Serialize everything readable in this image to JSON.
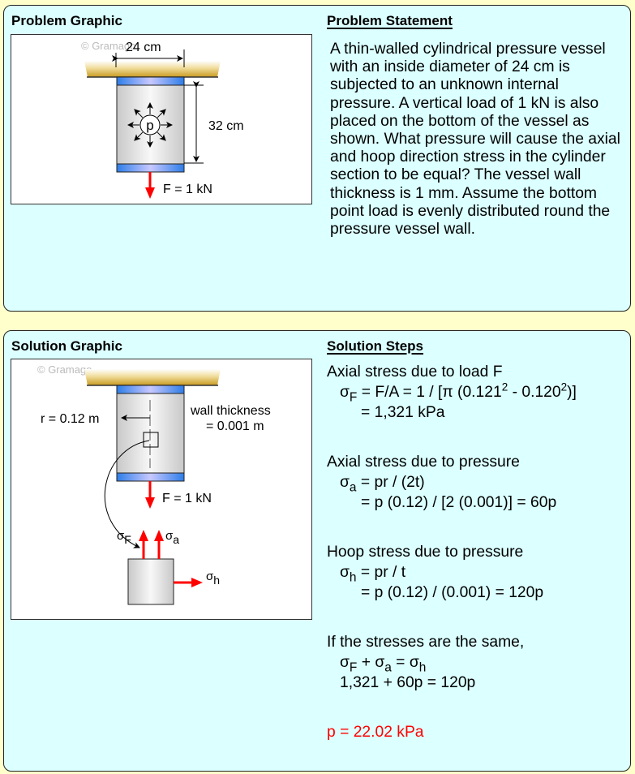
{
  "problem": {
    "graphic_title": "Problem Graphic",
    "statement_title": "Problem Statement",
    "statement_text": "A thin-walled cylindrical pressure vessel with an inside diameter of 24 cm is subjected to an unknown internal pressure. A vertical load of 1 kN is also placed on the bottom of the vessel as shown. What pressure will cause the axial and hoop direction stress in the cylinder section to be equal? The vessel wall thickness is 1 mm. Assume the bottom point load is evenly distributed round the pressure vessel wall.",
    "graphic": {
      "watermark": "© Gramago",
      "diameter_label": "24 cm",
      "height_label": "32 cm",
      "pressure_symbol": "p",
      "force_label": "F = 1 kN"
    }
  },
  "solution": {
    "graphic_title": "Solution Graphic",
    "steps_title": "Solution Steps",
    "graphic": {
      "watermark": "© Gramago",
      "radius_label": "r = 0.12 m",
      "wall_label_1": "wall thickness",
      "wall_label_2": "= 0.001 m",
      "force_label": "F = 1 kN",
      "sigma": "σ",
      "sub_F": "F",
      "sub_a": "a",
      "sub_h": "h"
    },
    "steps": {
      "s1_heading": "Axial stress due to load F",
      "s1_sigma": "σ",
      "s1_sub": "F",
      "s1_eq_a": " = F/A = 1 / [π (0.121",
      "s1_sup1": "2",
      "s1_eq_b": " - 0.120",
      "s1_sup2": "2",
      "s1_eq_c": ")]",
      "s1_result": "= 1,321 kPa",
      "s2_heading": "Axial stress due to pressure",
      "s2_sigma": "σ",
      "s2_sub": "a",
      "s2_eq": " = pr / (2t)",
      "s2_result": "= p (0.12) / [2 (0.001)] = 60p",
      "s3_heading": "Hoop stress due to pressure",
      "s3_sigma": "σ",
      "s3_sub": "h",
      "s3_eq": " = pr / t",
      "s3_result": "= p (0.12) / (0.001) = 120p",
      "s4_heading": "If the stresses are the same,",
      "s4_sigma": "σ",
      "s4_subF": "F",
      "s4_plus": " + ",
      "s4_suba": "a",
      "s4_eq": " = ",
      "s4_subh": "h",
      "s4_line2": "1,321 + 60p = 120p",
      "answer": "p = 22.02 kPa"
    }
  },
  "colors": {
    "background": "#ffffcc",
    "panel": "#dcffff",
    "answer": "#ff0000",
    "force_arrow": "#ff0000",
    "end_cap": "#3d8cf0",
    "ceiling": "#d4b040"
  }
}
